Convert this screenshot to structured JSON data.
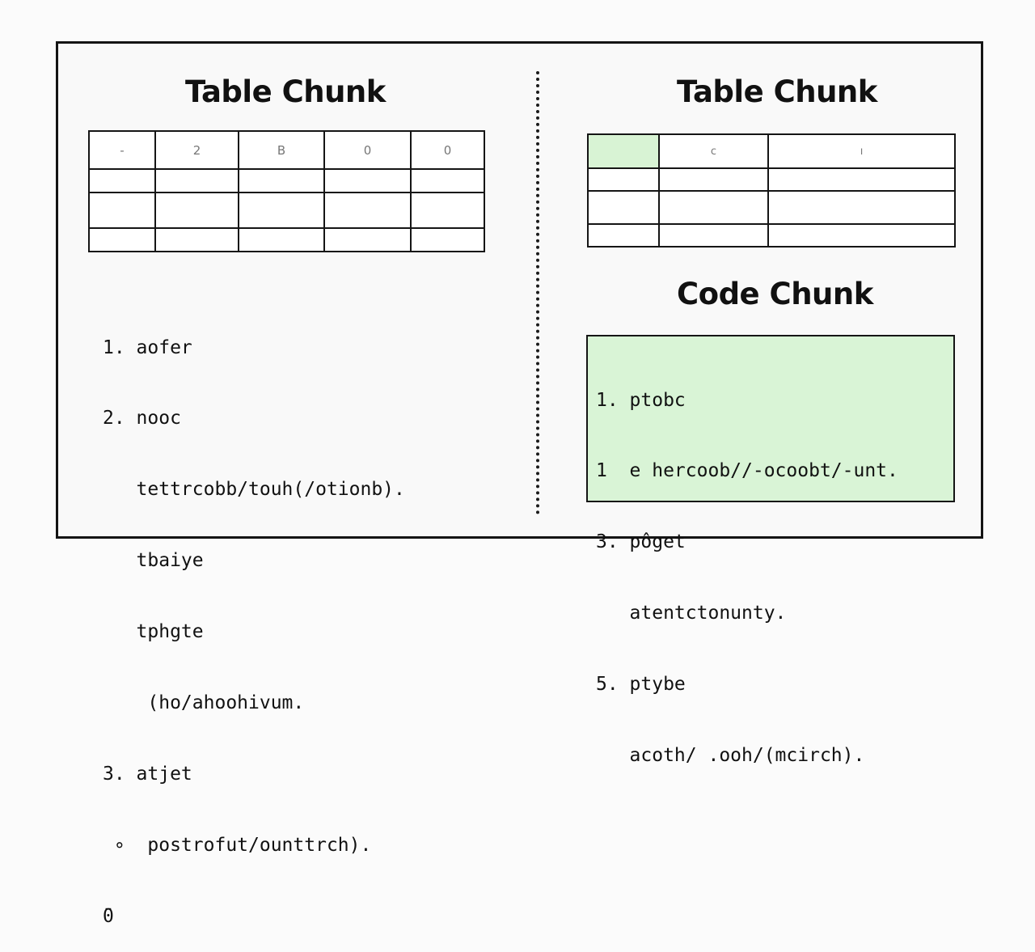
{
  "left_panel": {
    "title": "Table Chunk",
    "table": {
      "header": [
        "-",
        "2",
        "B",
        "0",
        "0"
      ],
      "rows": [
        [
          "",
          "",
          "",
          "",
          ""
        ],
        [
          "",
          "",
          "",
          "",
          ""
        ],
        [
          "",
          "",
          "",
          "",
          ""
        ]
      ]
    },
    "list": [
      "1. aofer",
      "2. nooc",
      "   tettrcobb/touh(/otionb).",
      "   tbaiye",
      "   tphgte",
      "    (ho/ahoohivum.",
      "3. atjet",
      " ∘  postrofut/ounttrch).",
      "̄0"
    ]
  },
  "right_panel": {
    "title": "Table Chunk",
    "table": {
      "header": [
        "",
        "c",
        "ı"
      ],
      "rows": [
        [
          "",
          "",
          ""
        ],
        [
          "",
          "",
          ""
        ],
        [
          "",
          "",
          ""
        ]
      ]
    },
    "code_title": "Code Chunk",
    "code_lines": [
      "1. ptobc",
      "1  e hercoob//-ocoobt/-unt.",
      "3. pôget",
      "   atentctonunty.",
      "5. ptybe",
      "   acoth/ .ooh/(mcirch)."
    ]
  },
  "colors": {
    "border": "#141414",
    "code_background": "#d9f4d6",
    "highlight_cell": "#d8f3d4"
  }
}
